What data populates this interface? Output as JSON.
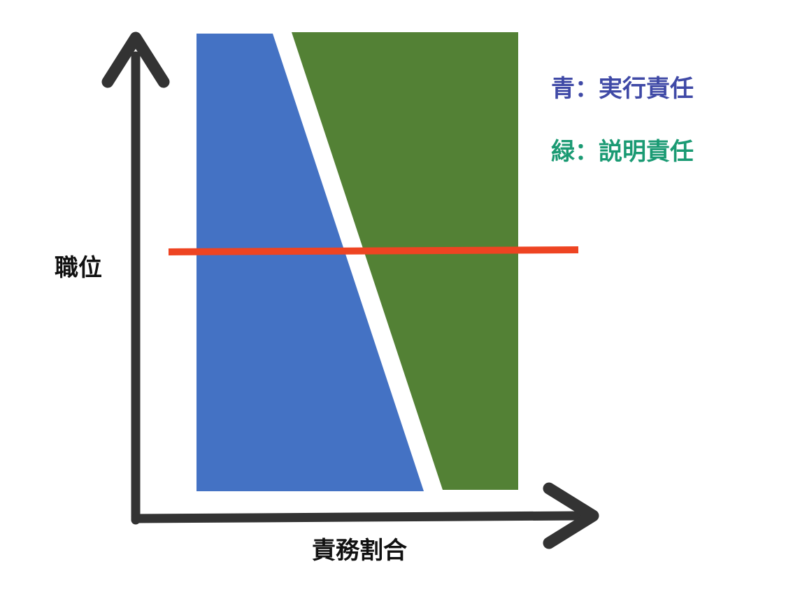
{
  "axes": {
    "y_label": "職位",
    "x_label": "責務割合"
  },
  "legend": {
    "blue": "青：実行責任",
    "green": "緑：説明責任"
  },
  "colors": {
    "blue_region": "#4472c4",
    "green_region": "#538135",
    "level_line": "#ee4422",
    "axis": "#333333",
    "legend_blue_text": "#3f49a6",
    "legend_green_text": "#1a9a73"
  }
}
